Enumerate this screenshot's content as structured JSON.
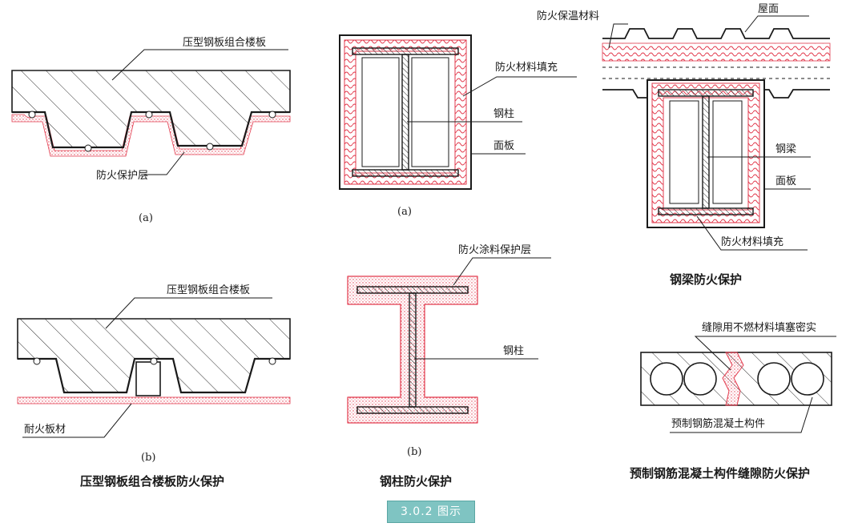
{
  "deck_a": {
    "label_deck": "压型钢板组合楼板",
    "label_protect": "防火保护层",
    "sub": "(a)"
  },
  "deck_b": {
    "label_deck": "压型钢板组合楼板",
    "label_board": "耐火板材",
    "sub": "(b)"
  },
  "deck_caption": "压型钢板组合楼板防火保护",
  "col_a": {
    "label_fill": "防火材料填充",
    "label_column": "钢柱",
    "label_panel": "面板",
    "sub": "(a)"
  },
  "col_b": {
    "label_coating": "防火涂料保护层",
    "label_column": "钢柱",
    "sub": "(b)"
  },
  "col_caption": "钢柱防火保护",
  "beam": {
    "label_insul": "防火保温材料",
    "label_roof": "屋面",
    "label_beam": "钢梁",
    "label_panel": "面板",
    "label_fill": "防火材料填充"
  },
  "beam_caption": "钢梁防火保护",
  "joint": {
    "label_fill": "缝隙用不燃材料填塞密实",
    "label_member": "预制钢筋混凝土构件"
  },
  "joint_caption": "预制钢筋混凝土构件缝隙防火保护",
  "figure_badge": "3.0.2 图示",
  "colors": {
    "fire_red": "#e23b4e",
    "line": "#1a1a1a",
    "badge": "#7fc4c2"
  }
}
